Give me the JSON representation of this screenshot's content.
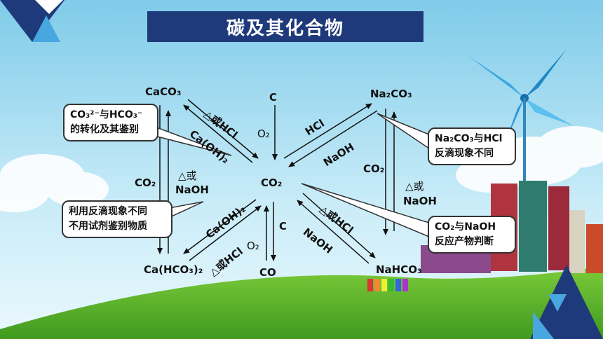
{
  "title": "碳及其化合物",
  "nodes": {
    "caco3": "CaCO₃",
    "c_top": "C",
    "na2co3": "Na₂CO₃",
    "co2": "CO₂",
    "ca_hco3_2": "Ca(HCO₃)₂",
    "co": "CO",
    "nahco3": "NaHCO₃"
  },
  "edges": {
    "delta_or_hcl_top": "△或HCl",
    "caoh2_top": "Ca(OH)₂",
    "o2_top": "O₂",
    "hcl_top": "HCl",
    "naoh_top": "NaOH",
    "co2_left": "CO₂",
    "delta_or_left": "△或",
    "naoh_left": "NaOH",
    "co2_right": "CO₂",
    "delta_or_right": "△或",
    "naoh_right": "NaOH",
    "caoh2_bottom": "Ca(OH)₂",
    "delta_or_hcl_bottom": "△或HCl",
    "o2_bottom": "O₂",
    "c_bottom": "C",
    "delta_or_hcl_br": "△或HCl",
    "naoh_br": "NaOH"
  },
  "notes": {
    "left_top_line1": "CO₃²⁻与HCO₃⁻",
    "left_top_line2": "的转化及其鉴别",
    "left_bottom_line1": "利用反滴现象不同",
    "left_bottom_line2": "不用试剂鉴别物质",
    "right_top_line1": "Na₂CO₃与HCl",
    "right_top_line2": "反滴现象不同",
    "right_bottom_line1": "CO₂与NaOH",
    "right_bottom_line2": "反应产物判断"
  },
  "colors": {
    "title_bg": "#1f3a7a",
    "sky_top": "#8fd3f0",
    "grass": "#4caf28"
  }
}
